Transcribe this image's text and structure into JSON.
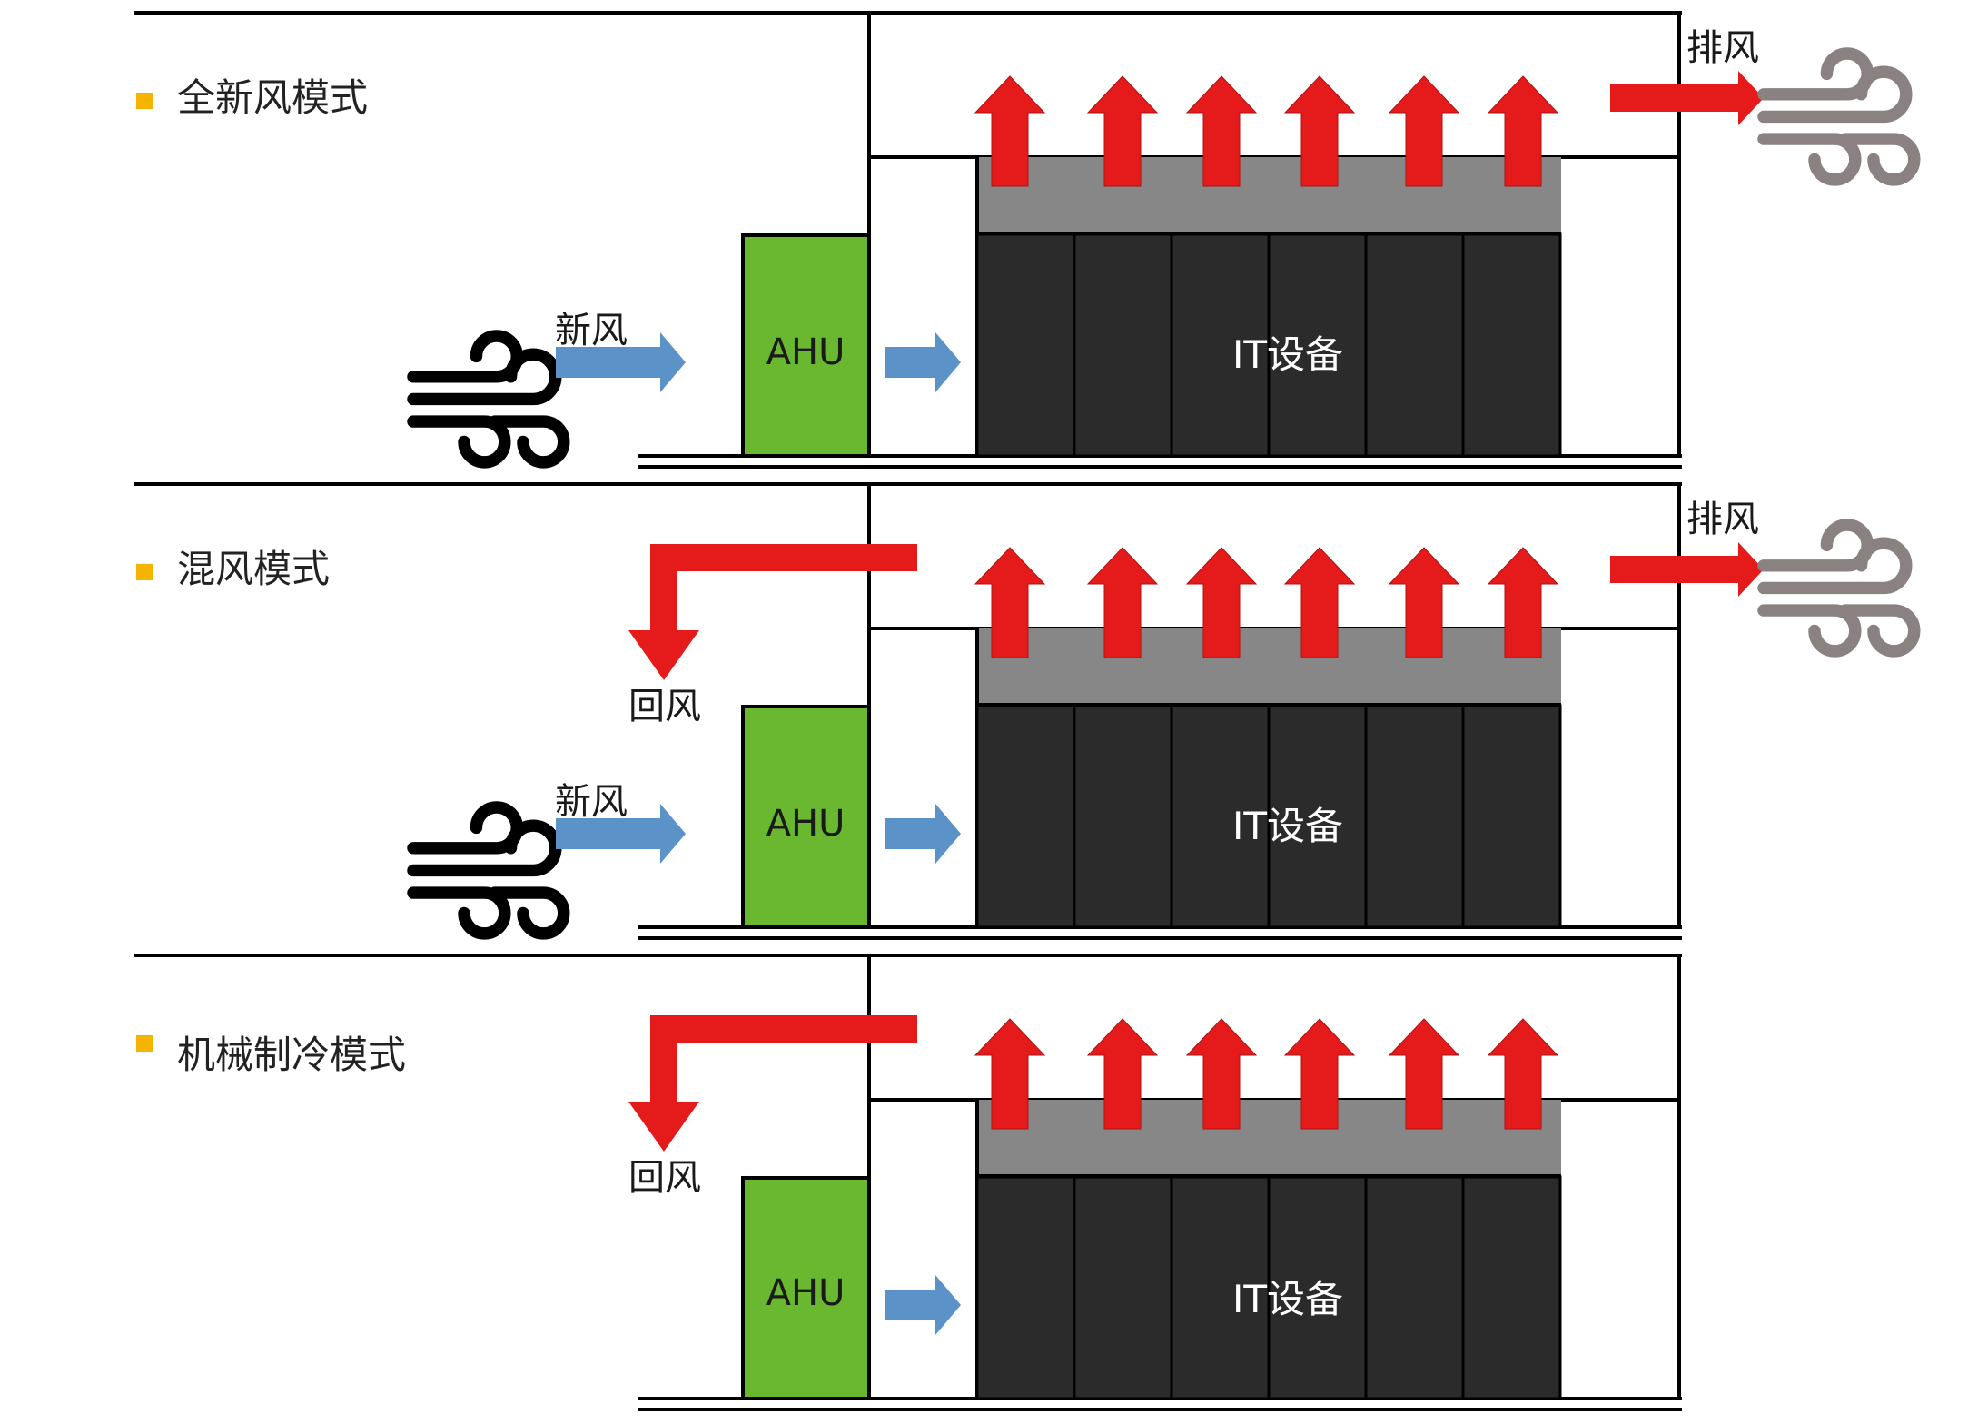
{
  "colors": {
    "bullet": "#f4b400",
    "ahu_fill": "#6ab82f",
    "rack_fill": "#2b2b2b",
    "plenum_fill": "#878787",
    "hot_arrow": "#e51b1b",
    "cold_arrow": "#5b93c9",
    "exhaust_icon": "#8a8280",
    "line": "#000000"
  },
  "icons": {
    "fresh_air": "wind-icon",
    "exhaust": "wind-icon"
  },
  "panels": [
    {
      "mode_label": "全新风模式",
      "fresh_air_label": "新风",
      "return_air_label": "",
      "exhaust_label": "排风",
      "ahu_label": "AHU",
      "equipment_label": "IT设备",
      "has_fresh_air": true,
      "has_return_air": false,
      "has_exhaust": true
    },
    {
      "mode_label": "混风模式",
      "fresh_air_label": "新风",
      "return_air_label": "回风",
      "exhaust_label": "排风",
      "ahu_label": "AHU",
      "equipment_label": "IT设备",
      "has_fresh_air": true,
      "has_return_air": true,
      "has_exhaust": true
    },
    {
      "mode_label": "机械制冷模式",
      "fresh_air_label": "",
      "return_air_label": "回风",
      "exhaust_label": "",
      "ahu_label": "AHU",
      "equipment_label": "IT设备",
      "has_fresh_air": false,
      "has_return_air": true,
      "has_exhaust": false
    }
  ]
}
